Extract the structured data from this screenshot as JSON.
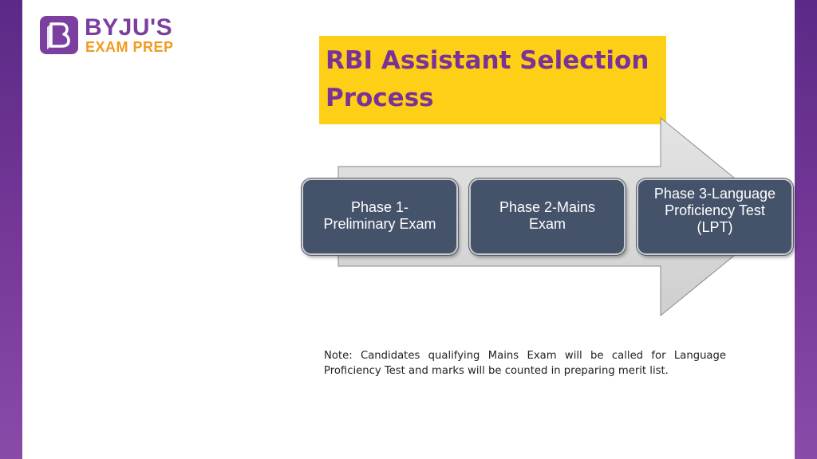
{
  "brand": {
    "name": "BYJU'S",
    "tagline": "EXAM PREP"
  },
  "title": "RBI Assistant Selection Process",
  "phases": [
    {
      "label": "Phase 1-\nPreliminary Exam"
    },
    {
      "label": "Phase 2-Mains\nExam"
    },
    {
      "label": "Phase 3-Language\nProficiency Test\n(LPT)"
    }
  ],
  "note": "Note: Candidates qualifying Mains Exam will be called for Language Proficiency Test and marks will be counted in preparing merit list.",
  "colors": {
    "accent_purple": "#7b3296",
    "title_bg": "#fdd017",
    "phase_box": "#45536a",
    "arrow_fill": "#dcdcdc",
    "brand_orange": "#f29a1f"
  }
}
